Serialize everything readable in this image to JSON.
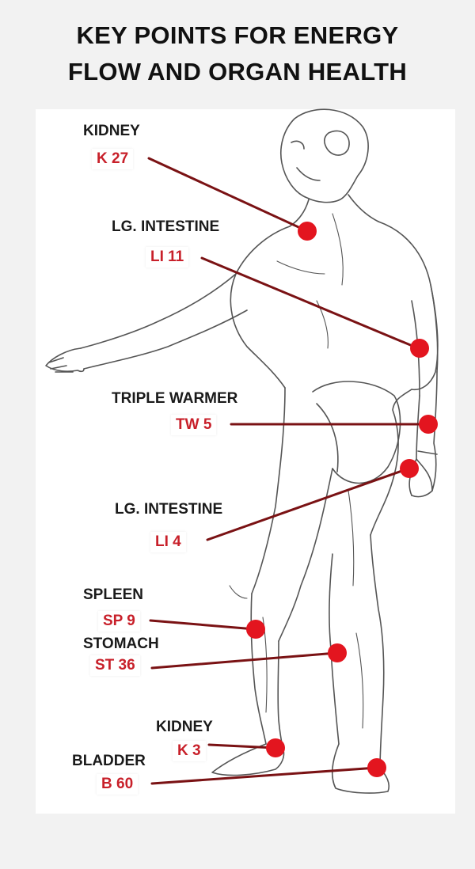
{
  "title_line1": "KEY POINTS FOR ENERGY",
  "title_line2": "FLOW AND ORGAN HEALTH",
  "colors": {
    "point": "#e3151f",
    "leader": "#7a1214",
    "code": "#c8202a",
    "text": "#1a1a1a",
    "figure": "#555555"
  },
  "points": [
    {
      "meridian": "KIDNEY",
      "code": "K 27"
    },
    {
      "meridian": "LG. INTESTINE",
      "code": "LI 11"
    },
    {
      "meridian": "TRIPLE WARMER",
      "code": "TW 5"
    },
    {
      "meridian": "",
      "code": ""
    },
    {
      "meridian": "LG. INTESTINE",
      "code": "LI 4"
    },
    {
      "meridian": "SPLEEN",
      "code": "SP 9"
    },
    {
      "meridian": "STOMACH",
      "code": "ST 36"
    },
    {
      "meridian": "KIDNEY",
      "code": "K 3"
    },
    {
      "meridian": "BLADDER",
      "code": "B 60"
    }
  ]
}
